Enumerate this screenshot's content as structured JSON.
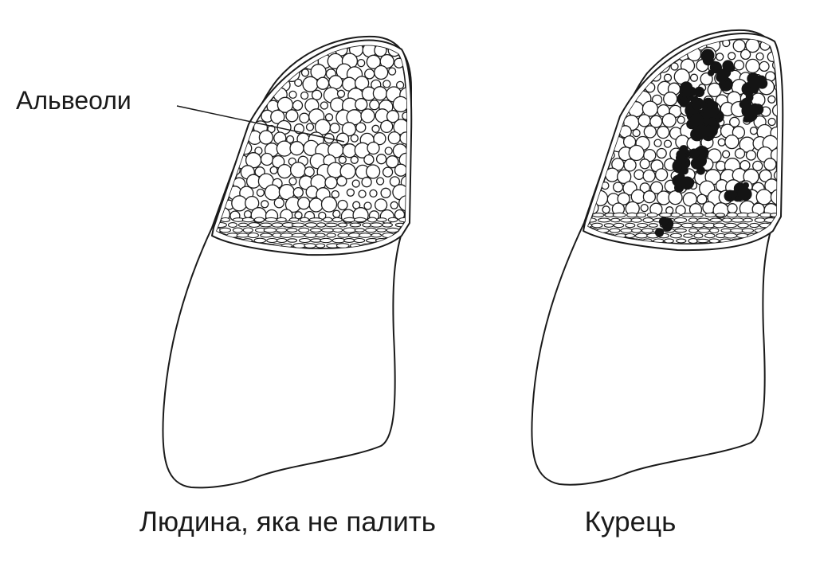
{
  "callout": {
    "label": "Альвеоли"
  },
  "panels": [
    {
      "id": "non-smoker",
      "caption": "Людина, яка не палить",
      "tar_deposits": false
    },
    {
      "id": "smoker",
      "caption": "Курець",
      "tar_deposits": true
    }
  ],
  "colors": {
    "line": "#1a1a1a",
    "tar": "#141414",
    "background": "#ffffff"
  }
}
